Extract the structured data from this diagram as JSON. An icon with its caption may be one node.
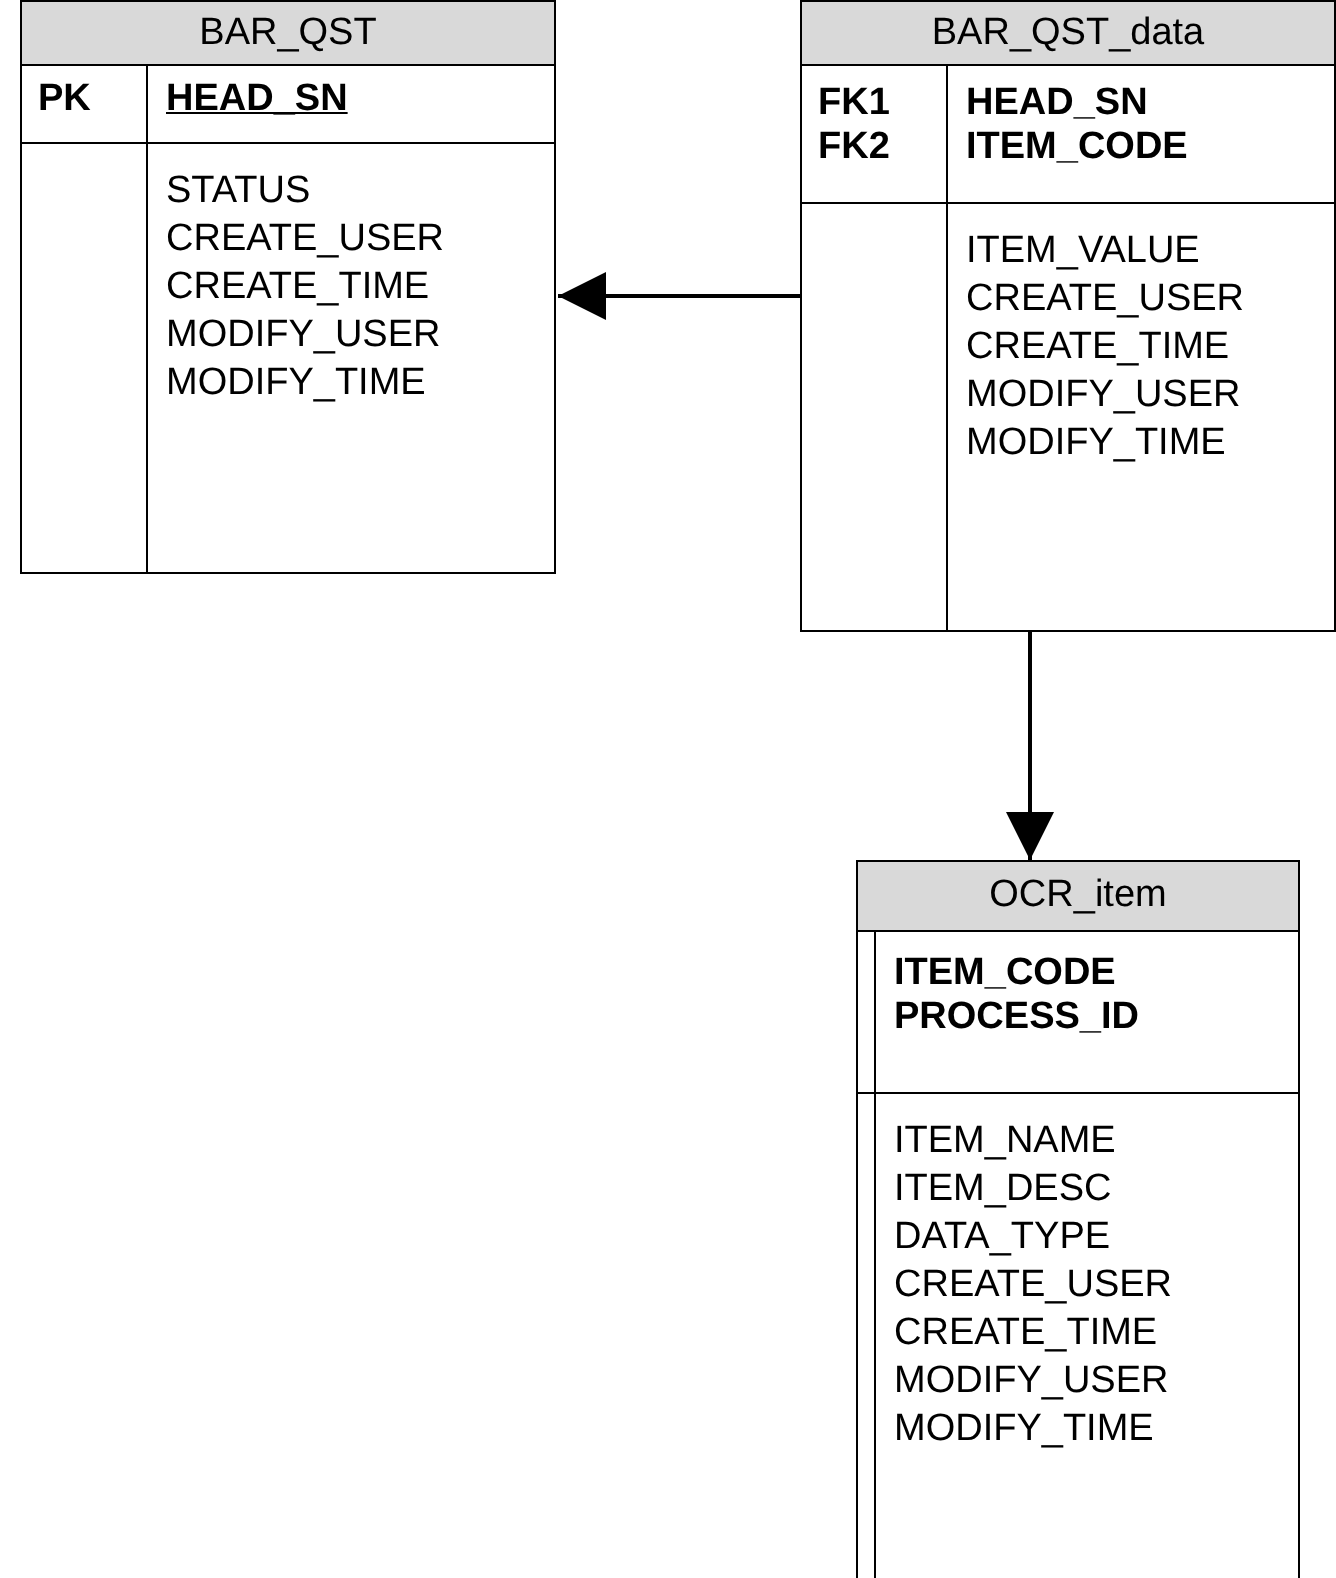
{
  "diagram": {
    "nodes": [
      {
        "text": [
          "BAR_QST",
          "PK",
          "HEAD_SN",
          "STATUS",
          "CREATE_USER",
          "CREATE_TIME",
          "MODIFY_USER",
          "MODIFY_TIME"
        ]
      },
      {
        "text": [
          "BAR_QST_data",
          "FK1",
          "FK2",
          "HEAD_SN",
          "ITEM_CODE",
          "ITEM_VALUE",
          "CREATE_USER",
          "CREATE_TIME",
          "MODIFY_USER",
          "MODIFY_TIME"
        ]
      },
      {
        "text": [
          "OCR_item",
          "ITEM_CODE",
          "PROCESS_ID",
          "ITEM_NAME",
          "ITEM_DESC",
          "DATA_TYPE",
          "CREATE_USER",
          "CREATE_TIME",
          "MODIFY_USER",
          "MODIFY_TIME"
        ]
      }
    ],
    "edges": [
      {
        "from": 1,
        "to": 0,
        "arrow": "to"
      },
      {
        "from": 1,
        "to": 2,
        "arrow": "to"
      }
    ]
  }
}
